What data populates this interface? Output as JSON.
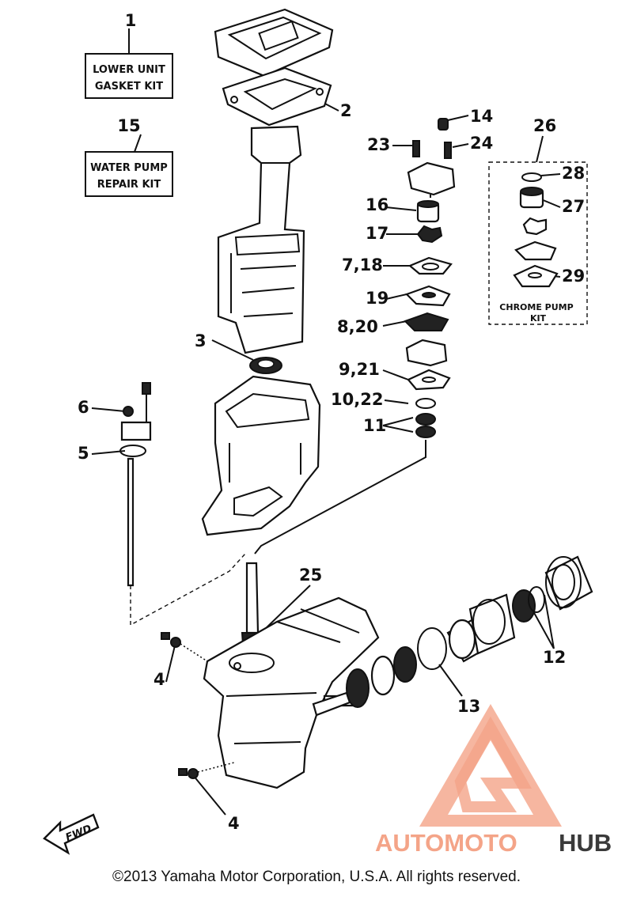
{
  "callouts": {
    "c1": "1",
    "c2": "2",
    "c3": "3",
    "c4a": "4",
    "c4b": "4",
    "c5": "5",
    "c6": "6",
    "c7_18": "7,18",
    "c8_20": "8,20",
    "c9_21": "9,21",
    "c10_22": "10,22",
    "c11": "11",
    "c12": "12",
    "c13": "13",
    "c14": "14",
    "c15": "15",
    "c16": "16",
    "c17": "17",
    "c19": "19",
    "c23": "23",
    "c24": "24",
    "c25": "25",
    "c26": "26",
    "c27": "27",
    "c28": "28",
    "c29": "29"
  },
  "kits": {
    "lower_unit_line1": "LOWER UNIT",
    "lower_unit_line2": "GASKET KIT",
    "water_pump_line1": "WATER PUMP",
    "water_pump_line2": "REPAIR KIT",
    "chrome_pump_line1": "CHROME PUMP",
    "chrome_pump_line2": "KIT"
  },
  "direction_label": "FWD",
  "copyright": "©2013 Yamaha Motor Corporation, U.S.A. All rights reserved.",
  "watermark": {
    "part1": "AUTOMOTO",
    "part2": "HUB",
    "color_main": "#f4a488",
    "color_hub": "#3a3a3a"
  }
}
